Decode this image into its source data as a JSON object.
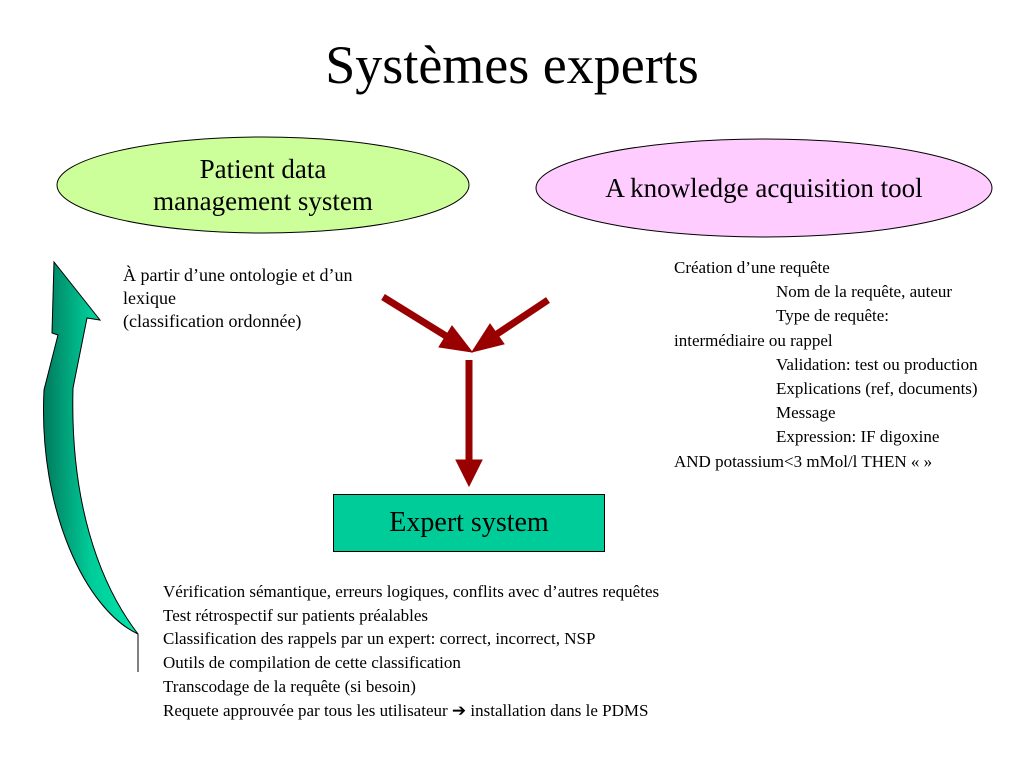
{
  "title": "Systèmes experts",
  "nodes": {
    "pdms": {
      "line1": "Patient data",
      "line2": "management system",
      "fill": "#ccff99"
    },
    "kat": {
      "label": "A knowledge acquisition tool",
      "fill": "#ffccff"
    },
    "expert": {
      "label": "Expert system",
      "fill": "#00cc99"
    }
  },
  "ontology_note": {
    "line1": "À partir d’une ontologie et d’un",
    "line2": "lexique",
    "line3": "(classification ordonnée)"
  },
  "requete_note": {
    "lines": [
      "Création d’une requête",
      "Nom de la requête, auteur",
      "Type de requête:",
      "intermédiaire ou rappel",
      "Validation: test ou production",
      "Explications (ref, documents)",
      "Message",
      "Expression: IF digoxine",
      "AND potassium<3 mMol/l THEN  «  »"
    ]
  },
  "verification_steps": [
    "Vérification sémantique, erreurs logiques, conflits avec d’autres requêtes",
    "Test rétrospectif sur patients préalables",
    "Classification des rappels par un expert: correct, incorrect, NSP",
    "Outils de compilation de cette classification",
    "Transcodage de la requête (si besoin)",
    "Requete approuvée par tous les utilisateur"
  ],
  "verification_last_suffix": "installation dans le PDMS",
  "colors": {
    "arrow_red": "#990000",
    "curved_arrow": "#00cc99"
  }
}
